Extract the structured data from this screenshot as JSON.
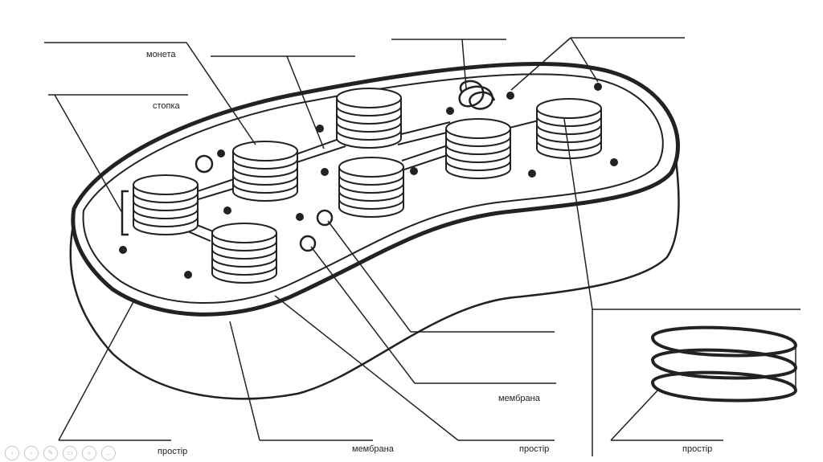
{
  "labels": {
    "coin": "монета",
    "stack": "стопка",
    "membrane_mid": "мембрана",
    "space_bottom_left": "простір",
    "membrane_bottom": "мембрана",
    "space_bottom_mid": "простір",
    "space_bottom_right": "простір"
  },
  "controls": [
    {
      "icon": "prev-icon",
      "glyph": "‹"
    },
    {
      "icon": "next-icon",
      "glyph": "›"
    },
    {
      "icon": "pen-icon",
      "glyph": "✎"
    },
    {
      "icon": "slides-icon",
      "glyph": "▭"
    },
    {
      "icon": "zoom-icon",
      "glyph": "⌕"
    },
    {
      "icon": "more-icon",
      "glyph": "…"
    }
  ]
}
